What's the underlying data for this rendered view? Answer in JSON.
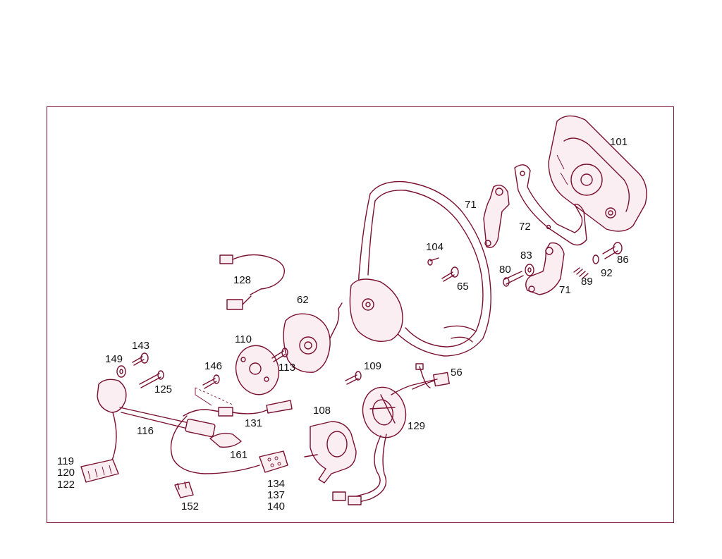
{
  "diagram": {
    "callouts": {
      "c101": "101",
      "c71a": "71",
      "c72": "72",
      "c104": "104",
      "c83": "83",
      "c86": "86",
      "c80": "80",
      "c65": "65",
      "c92": "92",
      "c89": "89",
      "c71b": "71",
      "c128": "128",
      "c62": "62",
      "c110": "110",
      "c113": "113",
      "c143": "143",
      "c149": "149",
      "c146": "146",
      "c125": "125",
      "c109": "109",
      "c56": "56",
      "c108": "108",
      "c129": "129",
      "c131": "131",
      "c116": "116",
      "c161": "161",
      "c119": "119",
      "c120": "120",
      "c122": "122",
      "c134": "134",
      "c137": "137",
      "c140": "140",
      "c152": "152"
    },
    "colors": {
      "line": "#7a1030",
      "text": "#111111",
      "background": "#ffffff"
    }
  }
}
